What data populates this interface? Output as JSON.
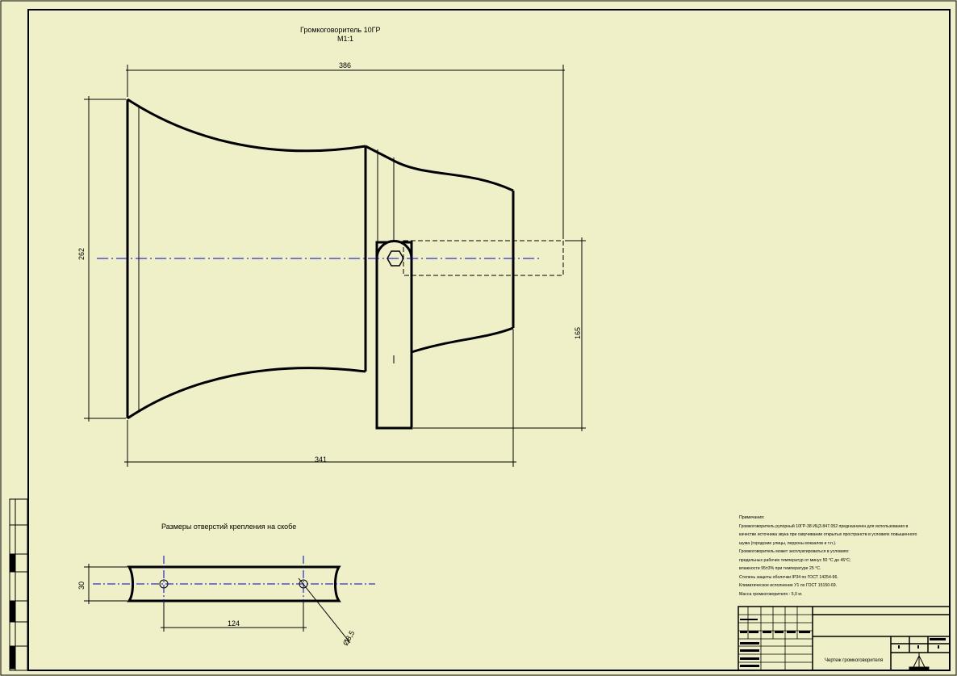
{
  "drawing": {
    "title": "Громкоговоритель 10ГР",
    "scale": "М1:1",
    "subtitle": "Размеры отверстий крепления на скобе"
  },
  "dimensions": {
    "top_width": "386",
    "bottom_width": "341",
    "height": "262",
    "bracket_height": "165",
    "hole_spacing": "124",
    "bracket_width": "30",
    "hole_diameter": "Ø8,5"
  },
  "notes": {
    "heading": "Примечания:",
    "lines": [
      "Громкоговоритель рупорный 10ГР-38 ИЦЗ.847.052 предназначен для использования в",
      "качестве источника звука при озвучивании открытых пространств в условиях повышенного",
      "шума (городские улицы, перроны вокзалов и т.п.).",
      "Громкоговоритель может эксплуатироваться в условиях:",
      "предельных рабочих температур от минус 50 °С до 45°С;",
      "влажности 95±3% при температуре 25 °С.",
      "Степень защиты оболочки IP34 по ГОСТ 14254-96.",
      "Климатическое исполнение У1 по ГОСТ 15150-69.",
      "Масса громкоговорителя - 5,0 кг."
    ]
  },
  "title_block": {
    "name": "Чертеж громкоговорителя"
  },
  "colors": {
    "background": "#f0f0c8",
    "line": "#000000",
    "axis": "#0000c8"
  }
}
